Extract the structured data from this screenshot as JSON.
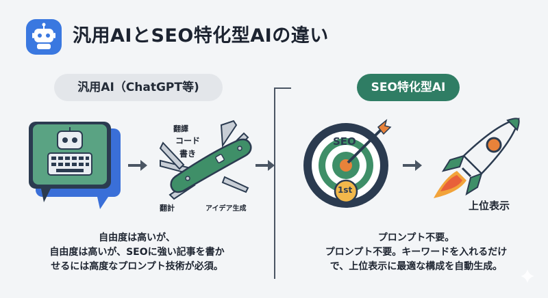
{
  "title": "汎用AIとSEO特化型AIの違い",
  "left": {
    "label": "汎用AI（ChatGPT等)",
    "tool_labels": {
      "translate": "翻譯",
      "code": "コード",
      "write": "書き",
      "calc": "翻計",
      "ideas": "アイデア生成"
    },
    "caption": [
      "自由度は高いが、",
      "自由度は高いが、SEOに強い記事を書か",
      "せるには高度なプロンプト技術が必須。"
    ]
  },
  "right": {
    "label": "SEO特化型AI",
    "target_text": "SEO",
    "medal_text": "1st",
    "rocket_label": "上位表示",
    "caption": [
      "プロンプト不要。",
      "プロンプト不要。キーワードを入れるだけ",
      "で、上位表示に最適な構成を自動生成。"
    ]
  },
  "colors": {
    "accent_green": "#2f7d64",
    "navy": "#2b3b50",
    "orange": "#e8823a",
    "blue_icon": "#3a78e0"
  }
}
